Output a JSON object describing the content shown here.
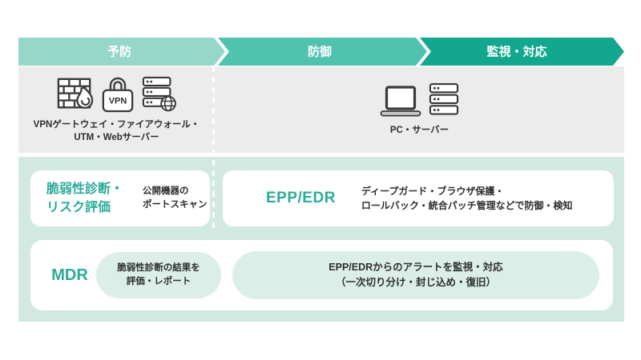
{
  "colors": {
    "phase_prevention": "#97d7c9",
    "phase_defense": "#4fc3ae",
    "phase_monitor": "#12a78e",
    "teal_text": "#2bab99",
    "gray_band": "#ececec",
    "mint_band": "#d2e9e2",
    "mint_pill": "#dbefe8",
    "icon_stroke": "#3a3a3a"
  },
  "banner": {
    "phases": [
      {
        "label": "予防"
      },
      {
        "label": "防御"
      },
      {
        "label": "監視・対応"
      }
    ]
  },
  "infrastructure": {
    "perimeter": {
      "icons": [
        "firewall-icon",
        "vpn-lock-icon",
        "server-globe-icon"
      ],
      "vpn_badge": "VPN",
      "caption_lines": [
        "VPNゲートウェイ・ファイアウォール・",
        "UTM・Webサーバー"
      ]
    },
    "endpoint": {
      "icons": [
        "laptop-icon",
        "server-rack-icon"
      ],
      "caption": "PC・サーバー"
    }
  },
  "services": {
    "vulnerability_assessment": {
      "title_lines": [
        "脆弱性診断・",
        "リスク評価"
      ],
      "note_lines": [
        "公開機器の",
        "ポートスキャン"
      ]
    },
    "epp_edr": {
      "title": "EPP/EDR",
      "desc_lines": [
        "ディープガード・ブラウザ保護・",
        "ロールバック・統合パッチ管理などで防御・検知"
      ]
    },
    "mdr": {
      "title": "MDR",
      "report_pill_lines": [
        "脆弱性診断の結果を",
        "評価・レポート"
      ],
      "monitor_pill_lines": [
        "EPP/EDRからのアラートを監視・対応",
        "（一次切り分け・封じ込め・復旧）"
      ]
    }
  }
}
